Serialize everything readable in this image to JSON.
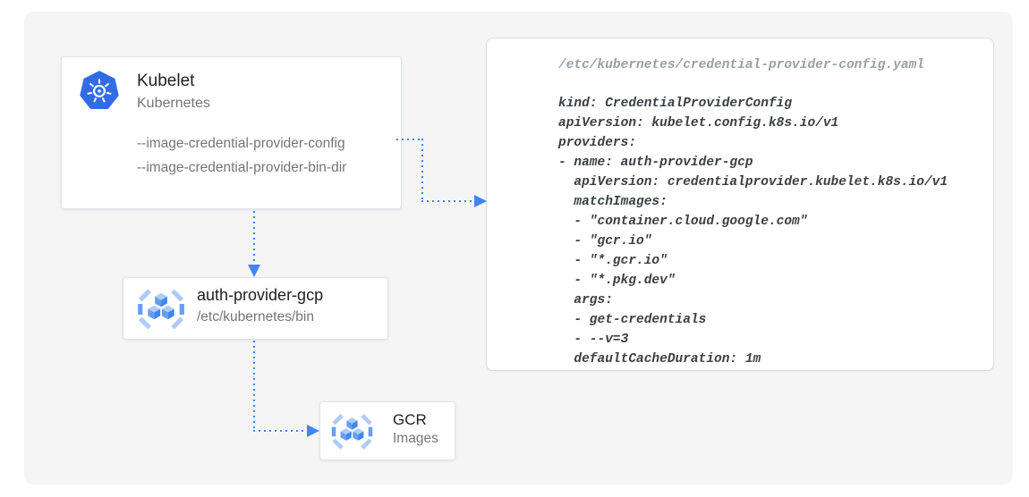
{
  "colors": {
    "arrow_blue": "#4285F4",
    "kubernetes_blue": "#326CE5",
    "canvas_bg": "#F5F5F6",
    "gcr_light": "#AECBFA",
    "gcr_mid": "#669DF6",
    "gcr_dark": "#4285F4"
  },
  "nodes": {
    "kubelet": {
      "title": "Kubelet",
      "subtitle": "Kubernetes",
      "icon": "kubernetes-icon",
      "flags": [
        "--image-credential-provider-config",
        "--image-credential-provider-bin-dir"
      ]
    },
    "auth_provider": {
      "title": "auth-provider-gcp",
      "subtitle": "/etc/kubernetes/bin",
      "icon": "gcr-icon"
    },
    "gcr": {
      "title": "GCR",
      "subtitle": "Images",
      "icon": "gcr-icon"
    }
  },
  "config_panel": {
    "file_path": "/etc/kubernetes/credential-provider-config.yaml",
    "yaml": "kind: CredentialProviderConfig\napiVersion: kubelet.config.k8s.io/v1\nproviders:\n- name: auth-provider-gcp\n  apiVersion: credentialprovider.kubelet.k8s.io/v1\n  matchImages:\n  - \"container.cloud.google.com\"\n  - \"gcr.io\"\n  - \"*.gcr.io\"\n  - \"*.pkg.dev\"\n  args:\n  - get-credentials\n  - --v=3\n  defaultCacheDuration: 1m"
  }
}
